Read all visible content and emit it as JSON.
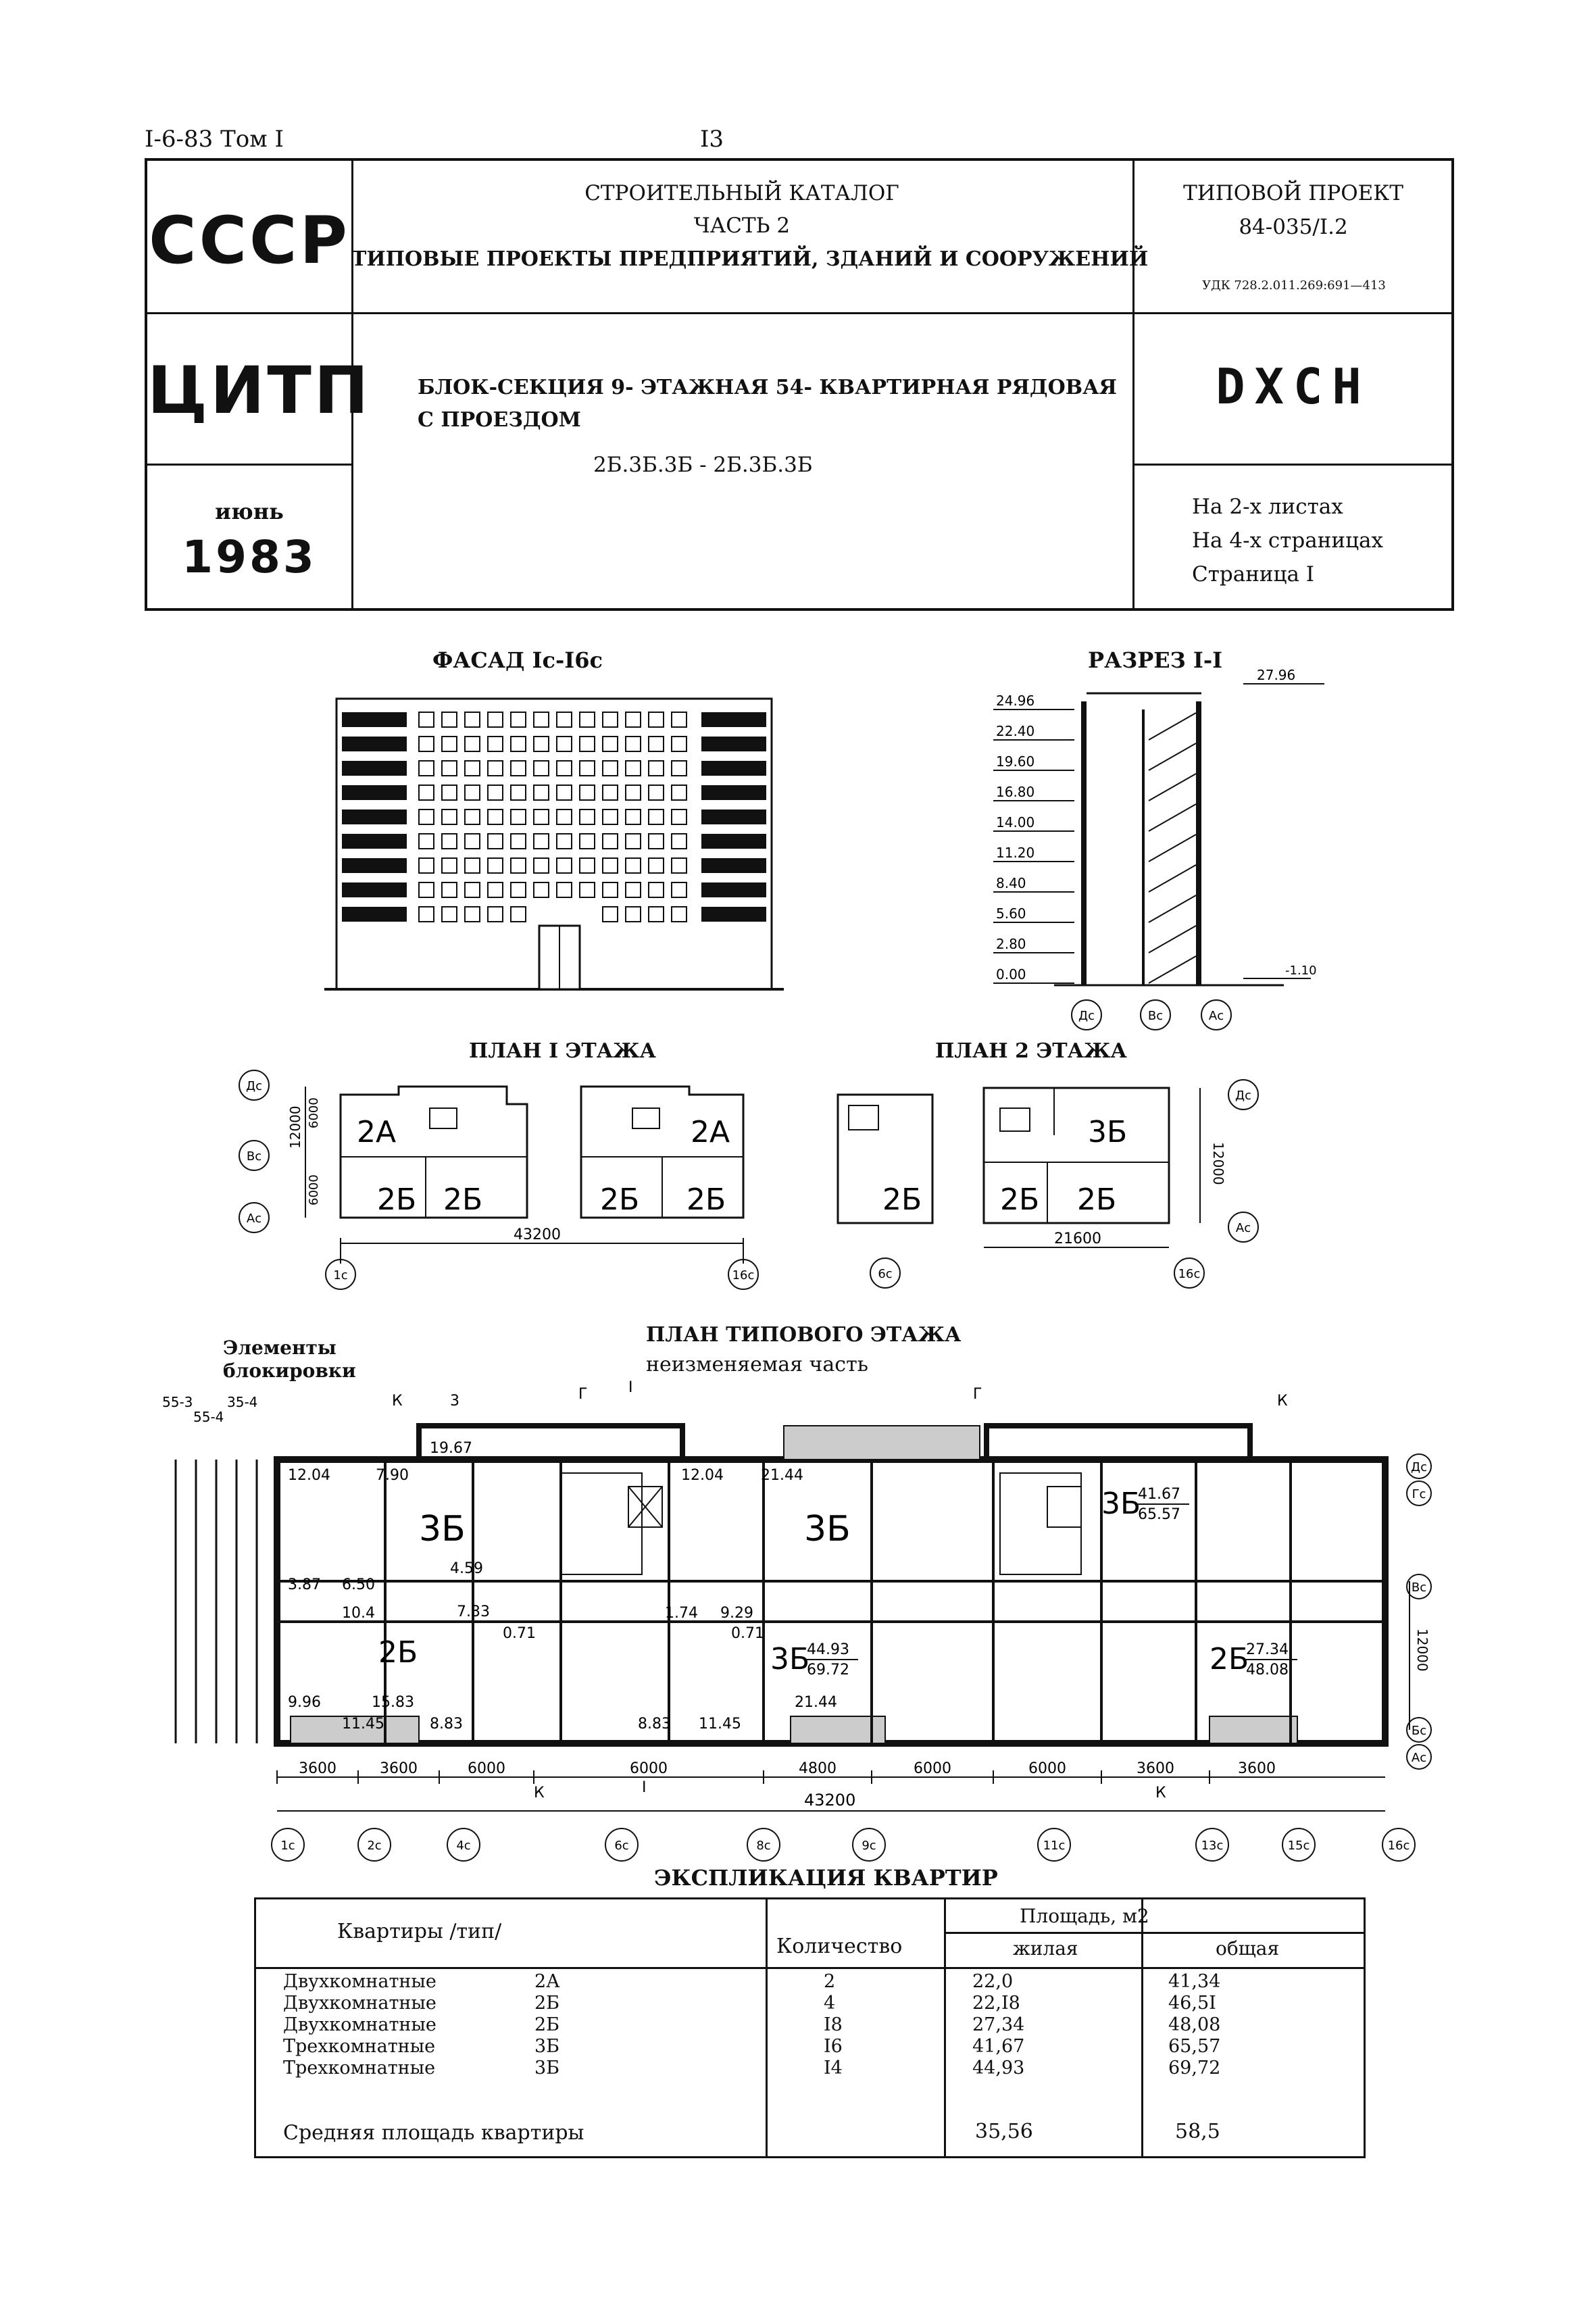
{
  "header": {
    "doc_ref": "I-6-83 Том I",
    "page_no": "I3"
  },
  "stamp": {
    "ussr": "СССР",
    "citp": "ЦИТП",
    "month": "июнь",
    "year": "1983",
    "catalog_l1": "СТРОИТЕЛЬНЫЙ КАТАЛОГ",
    "catalog_l2": "ЧАСТЬ 2",
    "catalog_l3": "ТИПОВЫЕ ПРОЕКТЫ ПРЕДПРИЯТИЙ, ЗДАНИЙ И СООРУЖЕНИЙ",
    "project_label": "ТИПОВОЙ ПРОЕКТ",
    "project_no": "84-035/I.2",
    "udk": "УДК 728.2.011.269:691—413",
    "title_l1": "БЛОК-СЕКЦИЯ 9- ЭТАЖНАЯ 54- КВАРТИРНАЯ РЯДОВАЯ",
    "title_l2": "С ПРОЕЗДОМ",
    "formula": "2Б.3Б.3Б - 2Б.3Б.3Б",
    "code": "DXCH",
    "sheets": "На 2-х листах",
    "pages": "На 4-х страницах",
    "page": "Страница I"
  },
  "facade": {
    "title": "ФАСАД Iс-I6с"
  },
  "section": {
    "title": "РАЗРЕЗ I-I",
    "top_mark": "27.96",
    "levels": [
      "24.96",
      "22.40",
      "19.60",
      "16.80",
      "14.00",
      "11.20",
      "8.40",
      "5.60",
      "2.80",
      "0.00"
    ],
    "ground": "-1.10",
    "axes": [
      "Дс",
      "Вс",
      "Ас"
    ]
  },
  "plan1": {
    "title": "ПЛАН I ЭТАЖА",
    "rooms": [
      "2А",
      "2Б",
      "2Б",
      "2Б",
      "2Б",
      "2А"
    ],
    "dims_v": [
      "6000",
      "6000",
      "12000"
    ],
    "dim_total": "43200",
    "axes_left": [
      "Дс",
      "Вс",
      "Ас"
    ],
    "axes_bottom": [
      "1с",
      "16с"
    ]
  },
  "plan2": {
    "title": "ПЛАН 2 ЭТАЖА",
    "rooms": [
      "2Б",
      "3Б",
      "2Б",
      "2Б"
    ],
    "dim_v": "12000",
    "dim_total": "21600",
    "axes": [
      "Дс",
      "Ас",
      "6с",
      "16с"
    ]
  },
  "typical": {
    "title": "ПЛАН ТИПОВОГО ЭТАЖА",
    "subtitle": "неизменяемая часть",
    "elements_l1": "Элементы",
    "elements_l2": "блокировки",
    "cuts": [
      "55-3",
      "55-4",
      "35-4"
    ],
    "areas": [
      "12.04",
      "7.90",
      "19.67",
      "12.04",
      "21.44",
      "3.87",
      "6.50",
      "4.59",
      "10.4",
      "7.33",
      "0.71",
      "1.74",
      "9.29",
      "0.71",
      "9.96",
      "15.83",
      "11.45",
      "8.83",
      "8.83",
      "11.45",
      "21.44"
    ],
    "marks": [
      {
        "type": "3Б",
        "area": ""
      },
      {
        "type": "3Б",
        "area": ""
      },
      {
        "type": "3Б",
        "area": "41.67",
        "total": "65.57"
      },
      {
        "type": "2Б",
        "area": ""
      },
      {
        "type": "3Б",
        "area": "44.93",
        "total": "69.72"
      },
      {
        "type": "2Б",
        "area": "27.34",
        "total": "48.08"
      }
    ],
    "dims": [
      "3600",
      "3600",
      "6000",
      "6000",
      "4800",
      "6000",
      "6000",
      "3600",
      "3600"
    ],
    "dim_total": "43200",
    "dim_v": "12000",
    "axes_bottom": [
      "1с",
      "2с",
      "4с",
      "6с",
      "8с",
      "9с",
      "11с",
      "13с",
      "15с",
      "16с"
    ],
    "axes_right": [
      "Дс",
      "Гс",
      "Вс",
      "Бс",
      "Ас"
    ],
    "cut_letters": [
      "К",
      "К",
      "Г",
      "I",
      "Г",
      "К",
      "3",
      "I",
      "К"
    ]
  },
  "explication": {
    "title": "ЭКСПЛИКАЦИЯ КВАРТИР",
    "col_apt": "Квартиры /тип/",
    "col_qty": "Количество",
    "col_area": "Площадь, м2",
    "col_living": "жилая",
    "col_total": "общая",
    "rows": [
      {
        "name": "Двухкомнатные",
        "type": "2А",
        "qty": "2",
        "living": "22,0",
        "total": "41,34"
      },
      {
        "name": "Двухкомнатные",
        "type": "2Б",
        "qty": "4",
        "living": "22,I8",
        "total": "46,5I"
      },
      {
        "name": "Двухкомнатные",
        "type": "2Б",
        "qty": "I8",
        "living": "27,34",
        "total": "48,08"
      },
      {
        "name": "Трехкомнатные",
        "type": "3Б",
        "qty": "I6",
        "living": "41,67",
        "total": "65,57"
      },
      {
        "name": "Трехкомнатные",
        "type": "3Б",
        "qty": "I4",
        "living": "44,93",
        "total": "69,72"
      }
    ],
    "avg_label": "Средняя площадь квартиры",
    "avg_living": "35,56",
    "avg_total": "58,5"
  }
}
